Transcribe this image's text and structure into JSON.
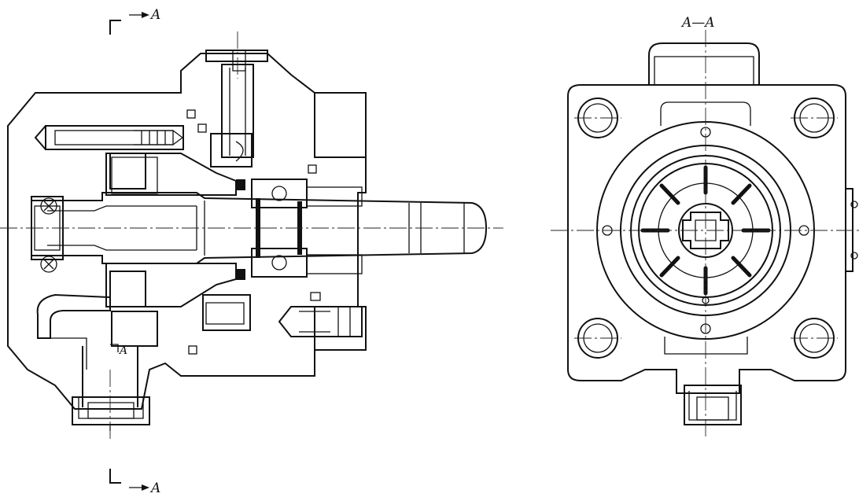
{
  "labels": {
    "section_top": "A",
    "section_bottom": "A",
    "section_small": "A",
    "section_title": "A—A"
  }
}
